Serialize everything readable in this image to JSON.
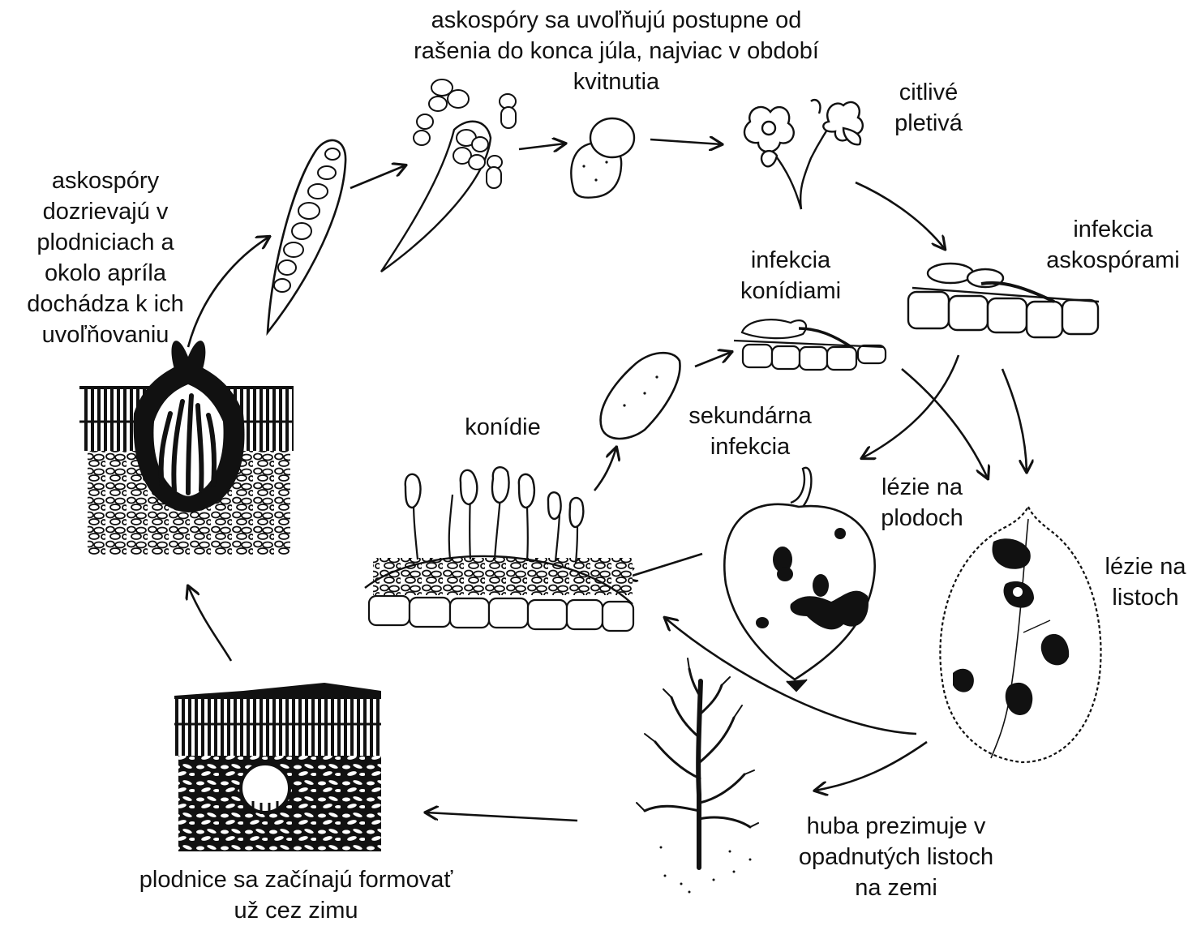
{
  "colors": {
    "ink": "#111111",
    "paper": "#ffffff"
  },
  "labels": {
    "ascospore_release": [
      "askospóry sa uvoľňujú postupne od",
      "rašenia do konca júla, najviac v období",
      "kvitnutia"
    ],
    "susceptible_tissue": [
      "citlivé",
      "pletivá"
    ],
    "ascospore_maturation": [
      "askospóry",
      "dozrievajú v",
      "plodniciach a",
      "okolo apríla",
      "dochádza k ich",
      "uvoľňovaniu"
    ],
    "conidia_infection": [
      "infekcia",
      "konídiami"
    ],
    "ascospore_infection": [
      "infekcia",
      "askospórami"
    ],
    "conidia": [
      "konídie"
    ],
    "secondary_infection": [
      "sekundárna",
      "infekcia"
    ],
    "fruit_lesions": [
      "lézie na",
      "plodoch"
    ],
    "leaf_lesions": [
      "lézie na",
      "listoch"
    ],
    "overwintering": [
      "huba prezimuje v",
      "opadnutých listoch",
      "na zemi"
    ],
    "fruitbody_formation": [
      "plodnice sa začínajú formovať",
      "už cez zimu"
    ]
  },
  "icons": [
    "pseudothecium-icon",
    "ascus-icon",
    "discharging-ascus-icon",
    "ascospore-icon",
    "blossom-icon",
    "leaf-infection-ascospore-icon",
    "leaf-infection-conidia-icon",
    "conidium-icon",
    "conidiophores-icon",
    "fruit-lesion-icon",
    "leaf-lesion-icon",
    "bare-tree-icon",
    "winter-fruitbody-icon"
  ]
}
